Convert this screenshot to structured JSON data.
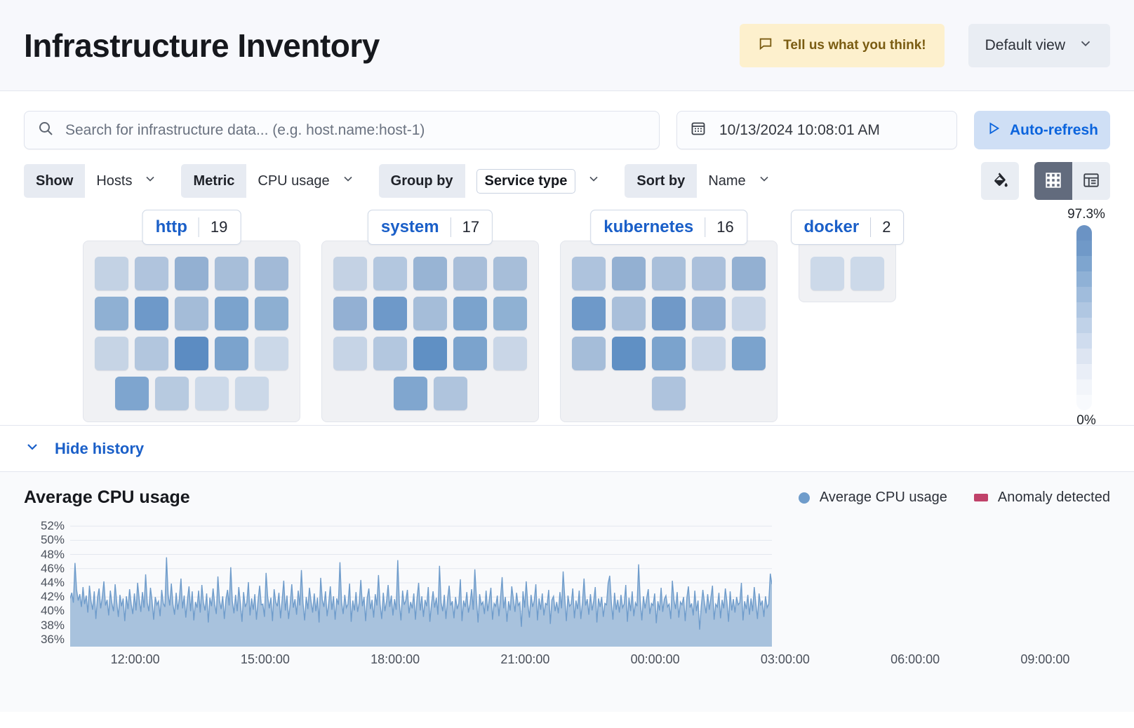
{
  "header": {
    "title": "Infrastructure Inventory",
    "feedback_label": "Tell us what you think!",
    "feedback_icon": "comment-icon",
    "view_selector_label": "Default view",
    "view_selector_icon": "chevron-down-icon"
  },
  "search": {
    "placeholder": "Search for infrastructure data... (e.g. host.name:host-1)",
    "icon": "search-icon",
    "date_value": "10/13/2024 10:08:01 AM",
    "date_icon": "calendar-icon",
    "refresh_label": "Auto-refresh",
    "refresh_icon": "play-icon"
  },
  "filters": [
    {
      "label": "Show",
      "value": "Hosts",
      "boxed": false
    },
    {
      "label": "Metric",
      "value": "CPU usage",
      "boxed": false
    },
    {
      "label": "Group by",
      "value": "Service type",
      "boxed": true
    },
    {
      "label": "Sort by",
      "value": "Name",
      "boxed": false
    }
  ],
  "view_tools": {
    "palette_icon": "color-fill-icon",
    "grid_icon": "grid-view-icon",
    "table_icon": "table-view-icon",
    "active_view": "grid"
  },
  "legend_scale": {
    "max_label": "97.3%",
    "min_label": "0%",
    "colors": [
      "#6b93c4",
      "#7099c8",
      "#7ea5cf",
      "#8fb1d6",
      "#a0bcdc",
      "#b0c7e2",
      "#c0d2e8",
      "#cfdcee",
      "#dde5f2",
      "#e9eef7",
      "#f2f5fa",
      "#f8fafd"
    ]
  },
  "groups": [
    {
      "name": "http",
      "count": "19",
      "rows": [
        [
          "#c3d2e4",
          "#b0c4dd",
          "#93b0d2",
          "#a7bed9",
          "#a2bad7"
        ],
        [
          "#8fb0d3",
          "#6e99c9",
          "#a4bcd8",
          "#7ba3cd",
          "#8dafd2"
        ],
        [
          "#c6d4e5",
          "#b2c6de",
          "#5c8cc2",
          "#7ba3cd",
          "#cbd8e8"
        ],
        [
          "#7ea5cf",
          "#b7cae0",
          "#ccd9e9",
          "#cbd8e8"
        ]
      ]
    },
    {
      "name": "system",
      "count": "17",
      "rows": [
        [
          "#c4d2e4",
          "#b3c7df",
          "#98b4d4",
          "#a8bed9",
          "#a7bed9"
        ],
        [
          "#93b0d3",
          "#6e99c9",
          "#a5bdd9",
          "#7ba3cd",
          "#8fb1d3"
        ],
        [
          "#c6d4e6",
          "#b3c7df",
          "#6090c4",
          "#7ba3cd",
          "#c9d6e7"
        ],
        [
          "#80a6cf",
          "#afc4dd"
        ]
      ]
    },
    {
      "name": "kubernetes",
      "count": "16",
      "rows": [
        [
          "#aec3dd",
          "#93b0d2",
          "#a9bfda",
          "#abc0db",
          "#93b0d2"
        ],
        [
          "#6e99c9",
          "#a9bfda",
          "#7099c8",
          "#93b0d3",
          "#c8d5e7"
        ],
        [
          "#a5bdd9",
          "#6090c4",
          "#7ba3cd",
          "#c8d5e7",
          "#7ba3cd"
        ],
        [
          "#aec3dd"
        ]
      ]
    },
    {
      "name": "docker",
      "count": "2",
      "rows": [
        [
          "#ccd9e9",
          "#ccd9e9"
        ]
      ]
    }
  ],
  "history": {
    "toggle_label": "Hide history",
    "toggle_icon": "chevron-down-icon"
  },
  "chart_data": {
    "type": "area",
    "title": "Average CPU usage",
    "xlabel": "",
    "ylabel": "",
    "ylim": [
      35,
      53
    ],
    "yticks": [
      "36%",
      "38%",
      "40%",
      "42%",
      "44%",
      "46%",
      "48%",
      "50%",
      "52%"
    ],
    "ytick_values": [
      36,
      38,
      40,
      42,
      44,
      46,
      48,
      50,
      52
    ],
    "grid": true,
    "legend_position": "top-right",
    "legend": [
      {
        "name": "Average CPU usage",
        "color": "#6f9ccb",
        "marker": "dot"
      },
      {
        "name": "Anomaly detected",
        "color": "#c0426a",
        "marker": "square"
      }
    ],
    "xticks": [
      "12:00:00",
      "15:00:00",
      "18:00:00",
      "21:00:00",
      "00:00:00",
      "03:00:00",
      "06:00:00",
      "09:00:00"
    ],
    "xtick_positions": [
      0.0625,
      0.1875,
      0.3125,
      0.4375,
      0.5625,
      0.6875,
      0.8125,
      0.9375
    ],
    "series": [
      {
        "name": "Average CPU usage",
        "color": "#6f9ccb",
        "fill": "#a8c2dd",
        "values": [
          41.8,
          42.6,
          41.2,
          46.8,
          43.0,
          41.5,
          42.4,
          40.6,
          43.4,
          41.0,
          42.2,
          39.8,
          43.6,
          41.4,
          40.2,
          42.8,
          38.9,
          41.9,
          43.2,
          40.4,
          42.0,
          44.2,
          40.8,
          41.6,
          39.4,
          42.9,
          41.1,
          40.0,
          43.8,
          41.3,
          39.2,
          42.3,
          40.7,
          41.8,
          38.6,
          42.1,
          40.3,
          43.1,
          41.0,
          39.6,
          42.5,
          40.1,
          44.0,
          41.7,
          39.9,
          42.7,
          40.5,
          45.2,
          41.2,
          40.0,
          43.3,
          41.5,
          38.8,
          42.0,
          40.9,
          41.4,
          39.3,
          43.0,
          41.1,
          40.6,
          47.6,
          42.4,
          40.8,
          43.9,
          41.0,
          39.5,
          42.6,
          40.2,
          41.8,
          44.6,
          40.4,
          42.2,
          39.1,
          41.6,
          43.5,
          40.0,
          42.8,
          38.7,
          41.3,
          40.5,
          42.9,
          39.8,
          43.7,
          41.2,
          40.1,
          42.5,
          38.4,
          41.9,
          40.7,
          43.2,
          41.0,
          39.6,
          44.9,
          41.5,
          40.3,
          42.1,
          38.9,
          41.7,
          43.0,
          40.8,
          46.2,
          41.4,
          39.7,
          42.3,
          40.0,
          43.4,
          41.1,
          38.5,
          42.7,
          40.6,
          41.2,
          44.1,
          39.4,
          41.8,
          40.2,
          42.4,
          38.8,
          41.5,
          43.6,
          40.9,
          41.0,
          39.2,
          45.4,
          42.0,
          40.4,
          41.9,
          38.6,
          43.1,
          41.3,
          40.7,
          42.6,
          39.0,
          41.6,
          44.3,
          40.1,
          42.2,
          38.9,
          41.0,
          43.8,
          40.5,
          41.7,
          39.5,
          42.9,
          40.8,
          45.8,
          41.2,
          38.7,
          42.0,
          40.3,
          43.3,
          41.4,
          39.8,
          42.5,
          40.0,
          41.9,
          38.4,
          44.7,
          41.6,
          40.6,
          42.8,
          39.3,
          41.1,
          43.5,
          40.2,
          42.1,
          38.8,
          41.8,
          40.9,
          46.9,
          41.3,
          39.6,
          42.3,
          40.5,
          41.0,
          43.9,
          38.5,
          41.5,
          40.1,
          42.7,
          39.9,
          41.2,
          44.4,
          40.7,
          42.0,
          38.6,
          41.9,
          43.2,
          40.3,
          41.6,
          39.1,
          42.4,
          40.8,
          45.1,
          41.0,
          38.9,
          42.6,
          40.0,
          41.4,
          43.7,
          40.6,
          42.2,
          39.4,
          41.7,
          40.2,
          47.2,
          41.1,
          38.7,
          42.9,
          40.9,
          41.5,
          43.0,
          39.7,
          41.3,
          40.4,
          42.5,
          38.8,
          41.8,
          44.0,
          40.1,
          42.1,
          39.2,
          41.6,
          40.7,
          43.4,
          38.5,
          41.0,
          42.8,
          40.5,
          41.9,
          39.5,
          46.4,
          41.2,
          40.0,
          42.3,
          38.9,
          41.7,
          43.6,
          40.8,
          41.4,
          39.0,
          42.0,
          40.3,
          41.1,
          44.5,
          38.6,
          41.5,
          40.6,
          42.7,
          39.8,
          41.0,
          43.1,
          40.2,
          45.9,
          41.8,
          38.4,
          42.4,
          40.9,
          41.3,
          39.6,
          42.9,
          40.0,
          41.6,
          43.3,
          38.8,
          41.1,
          40.7,
          42.2,
          39.3,
          41.9,
          44.8,
          40.4,
          42.0,
          38.5,
          41.4,
          40.1,
          43.5,
          41.7,
          39.9,
          42.6,
          40.8,
          41.2,
          37.8,
          42.8,
          40.5,
          44.2,
          41.0,
          39.1,
          42.3,
          40.6,
          41.5,
          43.8,
          38.7,
          41.8,
          40.2,
          42.5,
          39.4,
          41.1,
          40.9,
          43.0,
          38.2,
          41.6,
          42.1,
          40.0,
          41.3,
          39.7,
          42.7,
          40.4,
          45.6,
          41.9,
          38.6,
          42.2,
          40.7,
          41.0,
          43.2,
          39.0,
          41.5,
          40.3,
          42.9,
          38.9,
          41.2,
          44.6,
          40.8,
          41.7,
          39.5,
          42.4,
          40.1,
          41.4,
          43.4,
          38.4,
          41.8,
          40.6,
          42.0,
          39.2,
          41.1,
          40.9,
          43.9,
          45.0,
          41.3,
          38.8,
          42.6,
          40.2,
          41.6,
          39.8,
          42.3,
          40.5,
          41.0,
          43.7,
          38.5,
          41.9,
          40.0,
          42.8,
          39.3,
          41.2,
          40.7,
          46.6,
          41.5,
          38.7,
          42.1,
          40.4,
          41.8,
          43.1,
          39.6,
          41.1,
          40.8,
          42.5,
          38.3,
          41.4,
          40.1,
          43.3,
          39.9,
          41.7,
          42.2,
          40.6,
          41.0,
          38.9,
          44.3,
          41.6,
          40.3,
          42.7,
          39.1,
          41.3,
          40.9,
          42.0,
          38.6,
          41.8,
          43.5,
          40.5,
          41.1,
          39.4,
          42.9,
          40.0,
          41.5,
          37.4,
          40.7,
          43.0,
          41.2,
          39.7,
          42.4,
          40.2,
          41.9,
          43.6,
          38.8,
          41.0,
          40.6,
          42.6,
          39.0,
          41.6,
          40.4,
          43.2,
          41.3,
          38.5,
          42.8,
          40.1,
          41.7,
          39.8,
          42.0,
          40.9,
          41.2,
          44.0,
          38.7,
          41.4,
          40.3,
          42.3,
          39.5,
          41.8,
          40.0,
          43.4,
          41.1,
          38.9,
          42.5,
          40.8,
          41.5,
          39.2,
          42.1,
          40.5,
          41.0,
          45.3,
          43.8
        ]
      }
    ]
  }
}
